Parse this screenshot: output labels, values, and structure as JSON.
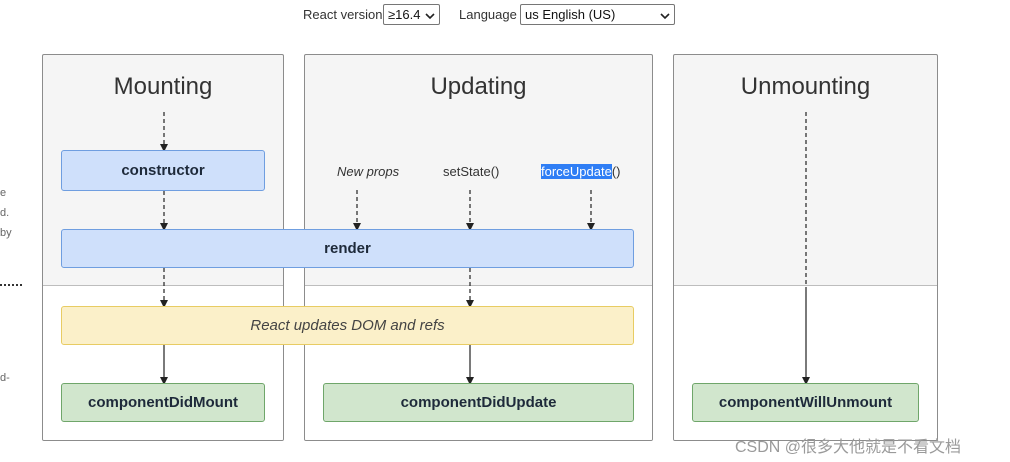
{
  "controls": {
    "react_version_label": "React version",
    "react_version_value": "≥16.4",
    "language_label": "Language",
    "language_value": "us English (US)"
  },
  "phases": {
    "mounting": "Mounting",
    "updating": "Updating",
    "unmounting": "Unmounting"
  },
  "triggers": {
    "new_props": "New props",
    "set_state": "setState()",
    "force_update_highlight": "forceUpdate",
    "force_update_rest": "()"
  },
  "nodes": {
    "constructor": "constructor",
    "render": "render",
    "react_updates": "React updates DOM and refs",
    "did_mount": "componentDidMount",
    "did_update": "componentDidUpdate",
    "will_unmount": "componentWillUnmount"
  },
  "left_edge_fragments": [
    "e",
    "d.",
    "by",
    "d-"
  ],
  "watermark": "CSDN @很多大他就是不看文档",
  "colors": {
    "lifecycle_blue": "#cfe0fb",
    "commit_green": "#d1e6cd",
    "dom_yellow": "#fbf0c9",
    "selection_highlight": "#2f7ef5"
  }
}
